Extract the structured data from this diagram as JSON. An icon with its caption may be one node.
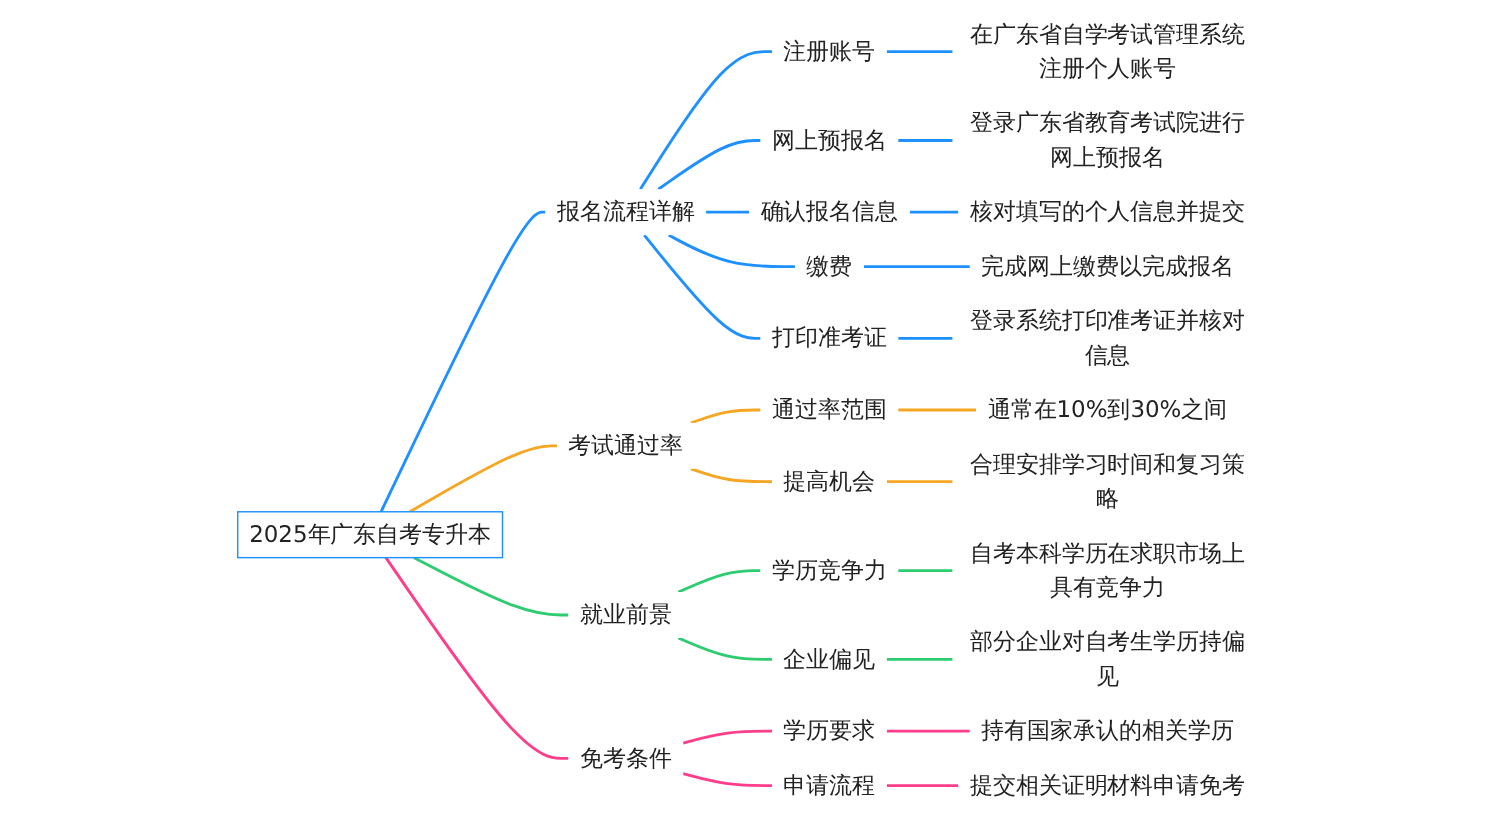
{
  "diagram": {
    "nodes": [
      {
        "text": [
          "2025年广东自考专升本"
        ]
      },
      {
        "text": [
          "报名流程详解"
        ]
      },
      {
        "text": [
          "注册账号"
        ]
      },
      {
        "text": [
          "在广东省自学考试管理系统注册个人账号"
        ]
      },
      {
        "text": [
          "网上预报名"
        ]
      },
      {
        "text": [
          "登录广东省教育考试院进行网上预报名"
        ]
      },
      {
        "text": [
          "确认报名信息"
        ]
      },
      {
        "text": [
          "核对填写的个人信息并提交"
        ]
      },
      {
        "text": [
          "缴费"
        ]
      },
      {
        "text": [
          "完成网上缴费以完成报名"
        ]
      },
      {
        "text": [
          "打印准考证"
        ]
      },
      {
        "text": [
          "登录系统打印准考证并核对信息"
        ]
      },
      {
        "text": [
          "考试通过率"
        ]
      },
      {
        "text": [
          "通过率范围"
        ]
      },
      {
        "text": [
          "通常在10%到30%之间"
        ]
      },
      {
        "text": [
          "提高机会"
        ]
      },
      {
        "text": [
          "合理安排学习时间和复习策略"
        ]
      },
      {
        "text": [
          "就业前景"
        ]
      },
      {
        "text": [
          "学历竞争力"
        ]
      },
      {
        "text": [
          "自考本科学历在求职市场上具有竞争力"
        ]
      },
      {
        "text": [
          "企业偏见"
        ]
      },
      {
        "text": [
          "部分企业对自考生学历持偏见"
        ]
      },
      {
        "text": [
          "免考条件"
        ]
      },
      {
        "text": [
          "学历要求"
        ]
      },
      {
        "text": [
          "持有国家承认的相关学历"
        ]
      },
      {
        "text": [
          "申请流程"
        ]
      },
      {
        "text": [
          "提交相关证明材料申请免考"
        ]
      }
    ],
    "edges": [
      {
        "from": 0,
        "to": 1,
        "arrow": "none"
      },
      {
        "from": 1,
        "to": 2,
        "arrow": "none"
      },
      {
        "from": 2,
        "to": 3,
        "arrow": "none"
      },
      {
        "from": 1,
        "to": 4,
        "arrow": "none"
      },
      {
        "from": 4,
        "to": 5,
        "arrow": "none"
      },
      {
        "from": 1,
        "to": 6,
        "arrow": "none"
      },
      {
        "from": 6,
        "to": 7,
        "arrow": "none"
      },
      {
        "from": 1,
        "to": 8,
        "arrow": "none"
      },
      {
        "from": 8,
        "to": 9,
        "arrow": "none"
      },
      {
        "from": 1,
        "to": 10,
        "arrow": "none"
      },
      {
        "from": 10,
        "to": 11,
        "arrow": "none"
      },
      {
        "from": 0,
        "to": 12,
        "arrow": "none",
        "color": "#f5a623"
      },
      {
        "from": 12,
        "to": 13,
        "arrow": "none",
        "color": "#f5a623"
      },
      {
        "from": 13,
        "to": 14,
        "arrow": "none",
        "color": "#f5a623"
      },
      {
        "from": 12,
        "to": 15,
        "arrow": "none",
        "color": "#f5a623"
      },
      {
        "from": 15,
        "to": 16,
        "arrow": "none",
        "color": "#f5a623"
      },
      {
        "from": 0,
        "to": 17,
        "arrow": "none",
        "color": "#2ecc71"
      },
      {
        "from": 17,
        "to": 18,
        "arrow": "none",
        "color": "#2ecc71"
      },
      {
        "from": 18,
        "to": 19,
        "arrow": "none",
        "color": "#2ecc71"
      },
      {
        "from": 17,
        "to": 20,
        "arrow": "none",
        "color": "#2ecc71"
      },
      {
        "from": 20,
        "to": 21,
        "arrow": "none",
        "color": "#2ecc71"
      },
      {
        "from": 0,
        "to": 22,
        "arrow": "none",
        "color": "#ff3d8b"
      },
      {
        "from": 22,
        "to": 23,
        "arrow": "none",
        "color": "#ff3d8b"
      },
      {
        "from": 23,
        "to": 24,
        "arrow": "none",
        "color": "#ff3d8b"
      },
      {
        "from": 22,
        "to": 25,
        "arrow": "none",
        "color": "#ff3d8b"
      },
      {
        "from": 25,
        "to": 26,
        "arrow": "none",
        "color": "#ff3d8b"
      }
    ]
  }
}
